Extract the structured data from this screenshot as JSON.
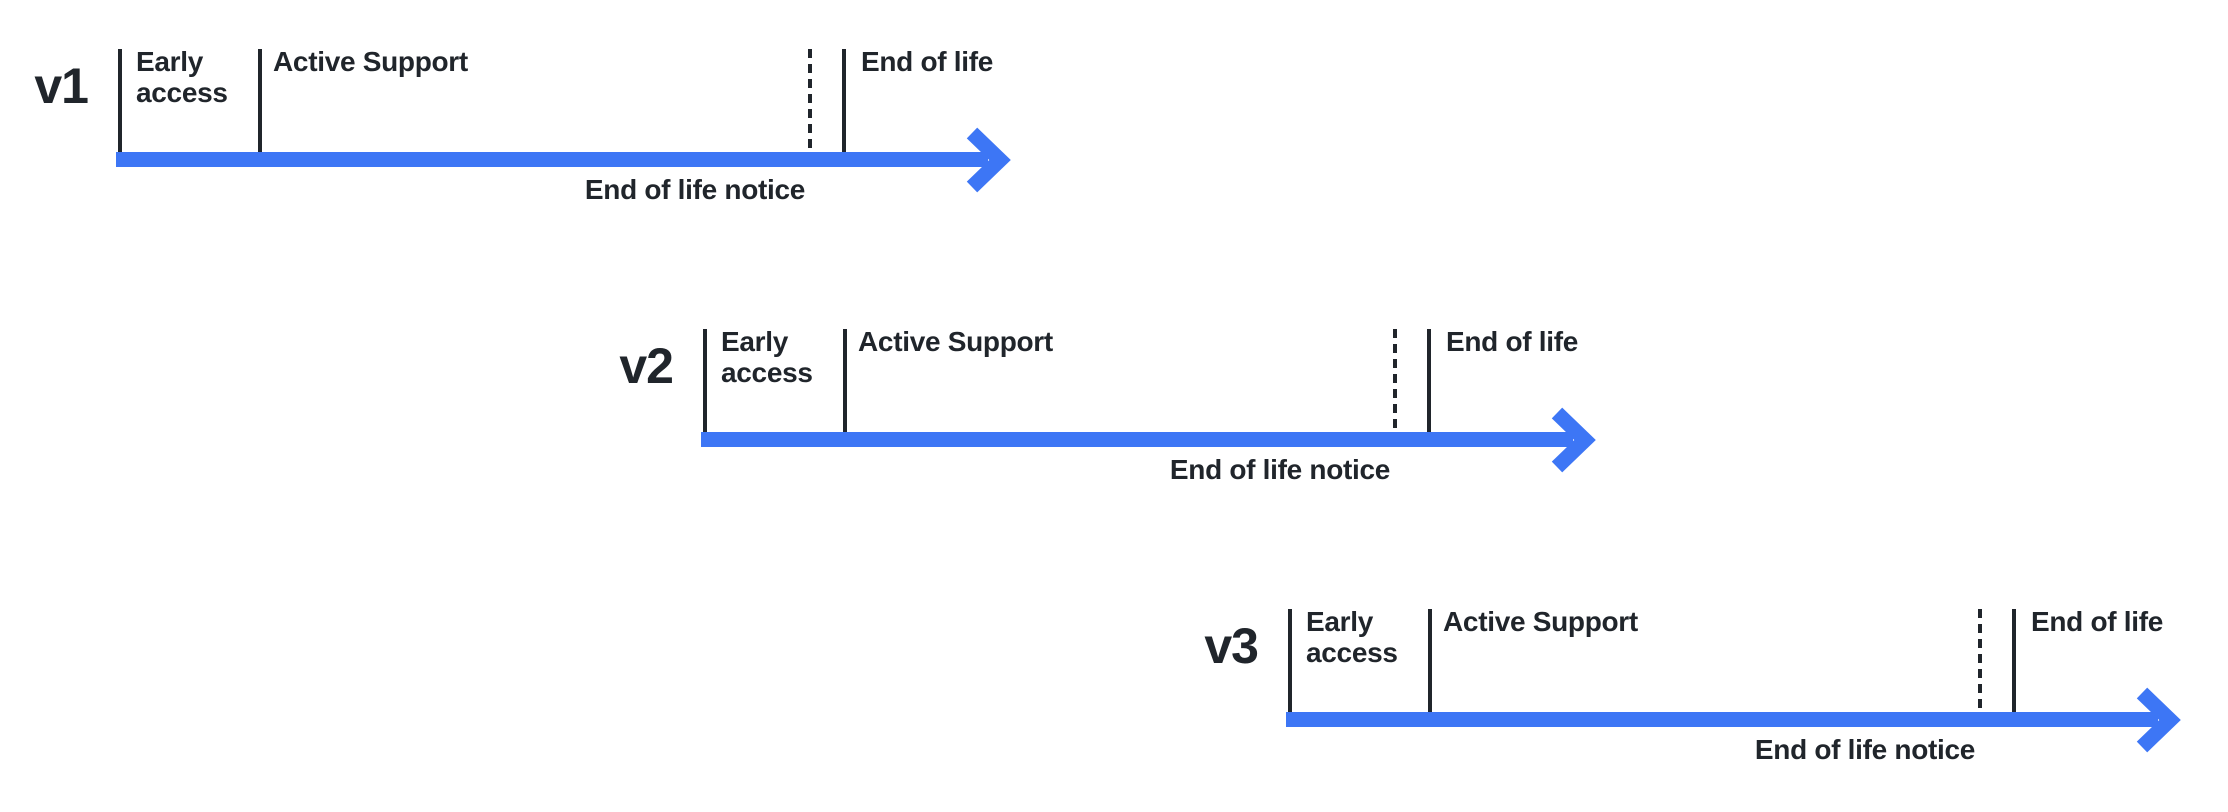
{
  "diagram": {
    "type": "version-lifecycle-timelines",
    "colors": {
      "arrow_blue": "#3D76F5",
      "ink": "#20252B",
      "background": "#FFFFFF"
    },
    "rows": [
      {
        "version": "v1",
        "early_access": "Early\naccess",
        "active_support": "Active Support",
        "end_of_life": "End of life",
        "eol_notice": "End of life notice"
      },
      {
        "version": "v2",
        "early_access": "Early\naccess",
        "active_support": "Active Support",
        "end_of_life": "End of life",
        "eol_notice": "End of life notice"
      },
      {
        "version": "v3",
        "early_access": "Early\naccess",
        "active_support": "Active Support",
        "end_of_life": "End of life",
        "eol_notice": "End of life notice"
      }
    ]
  }
}
